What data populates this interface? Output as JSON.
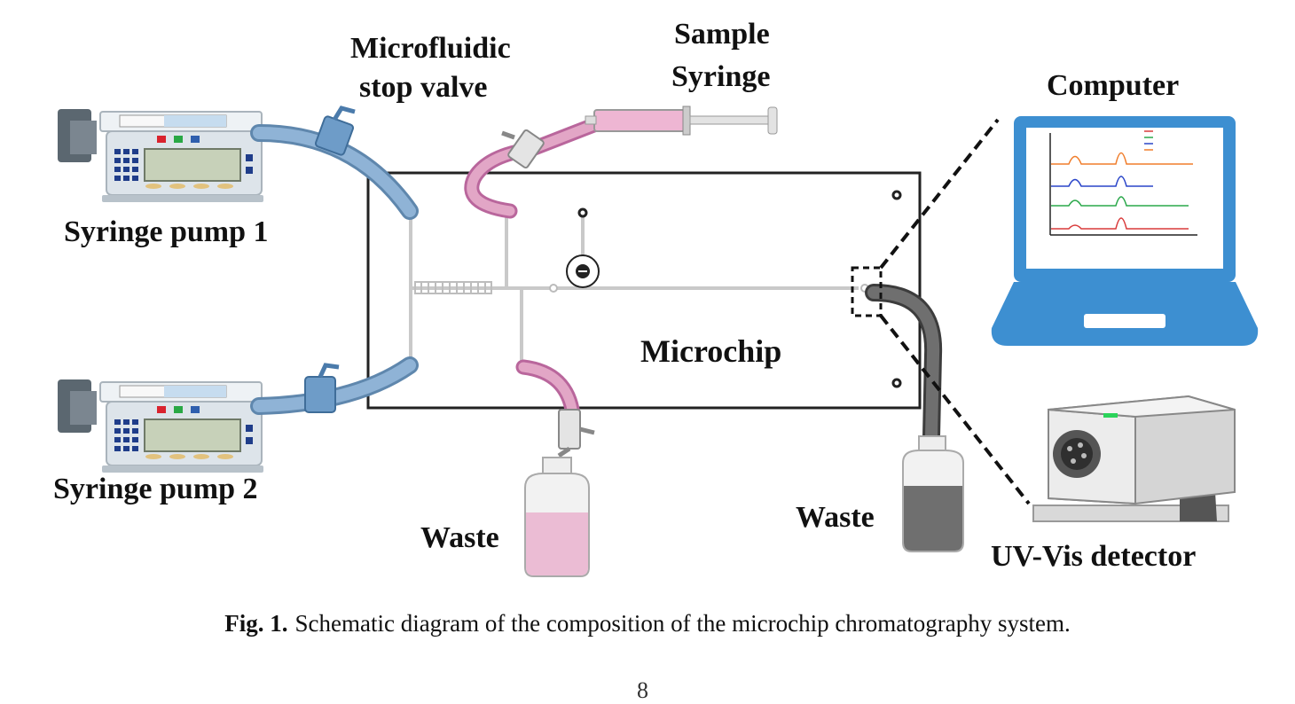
{
  "labels": {
    "microfluidic_stop_valve_line1": "Microfluidic",
    "microfluidic_stop_valve_line2": "stop valve",
    "sample_syringe_line1": "Sample",
    "sample_syringe_line2": "Syringe",
    "computer": "Computer",
    "syringe_pump_1": "Syringe pump 1",
    "syringe_pump_2": "Syringe pump 2",
    "microchip": "Microchip",
    "waste_left": "Waste",
    "waste_right": "Waste",
    "uv_vis_detector": "UV-Vis detector"
  },
  "caption": {
    "figure_number": "Fig. 1.",
    "text": "Schematic diagram of the composition of the microchip chromatography system."
  },
  "page_number": "8",
  "colors": {
    "tube_blue": "#8fb3d6",
    "tube_pink": "#e2a6c6",
    "tube_gray": "#6f6f6f",
    "laptop_blue": "#3d8fd1",
    "pump_body": "#dde4ea",
    "chip_outline": "#222222"
  }
}
